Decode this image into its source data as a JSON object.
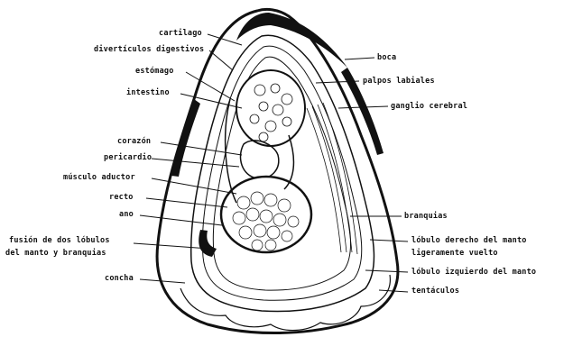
{
  "diagram": {
    "labels": {
      "cartilago": "cartilago",
      "diverticulos": "divertículos digestivos",
      "estomago": "estómago",
      "intestino": "intestino",
      "corazon": "corazón",
      "pericardio": "pericardio",
      "musculo_aductor": "músculo aductor",
      "recto": "recto",
      "ano": "ano",
      "fusion_line1": "fusión de dos lóbulos",
      "fusion_line2": "del manto y branquias",
      "concha": "concha",
      "boca": "boca",
      "palpos_labiales": "palpos labiales",
      "ganglio_cerebral": "ganglio cerebral",
      "branquias": "branquias",
      "lobulo_derecho_line1": "lóbulo derecho del manto",
      "lobulo_derecho_line2": "ligeramente vuelto",
      "lobulo_izquierdo": "lóbulo izquierdo del manto",
      "tentaculos": "tentáculos"
    }
  }
}
